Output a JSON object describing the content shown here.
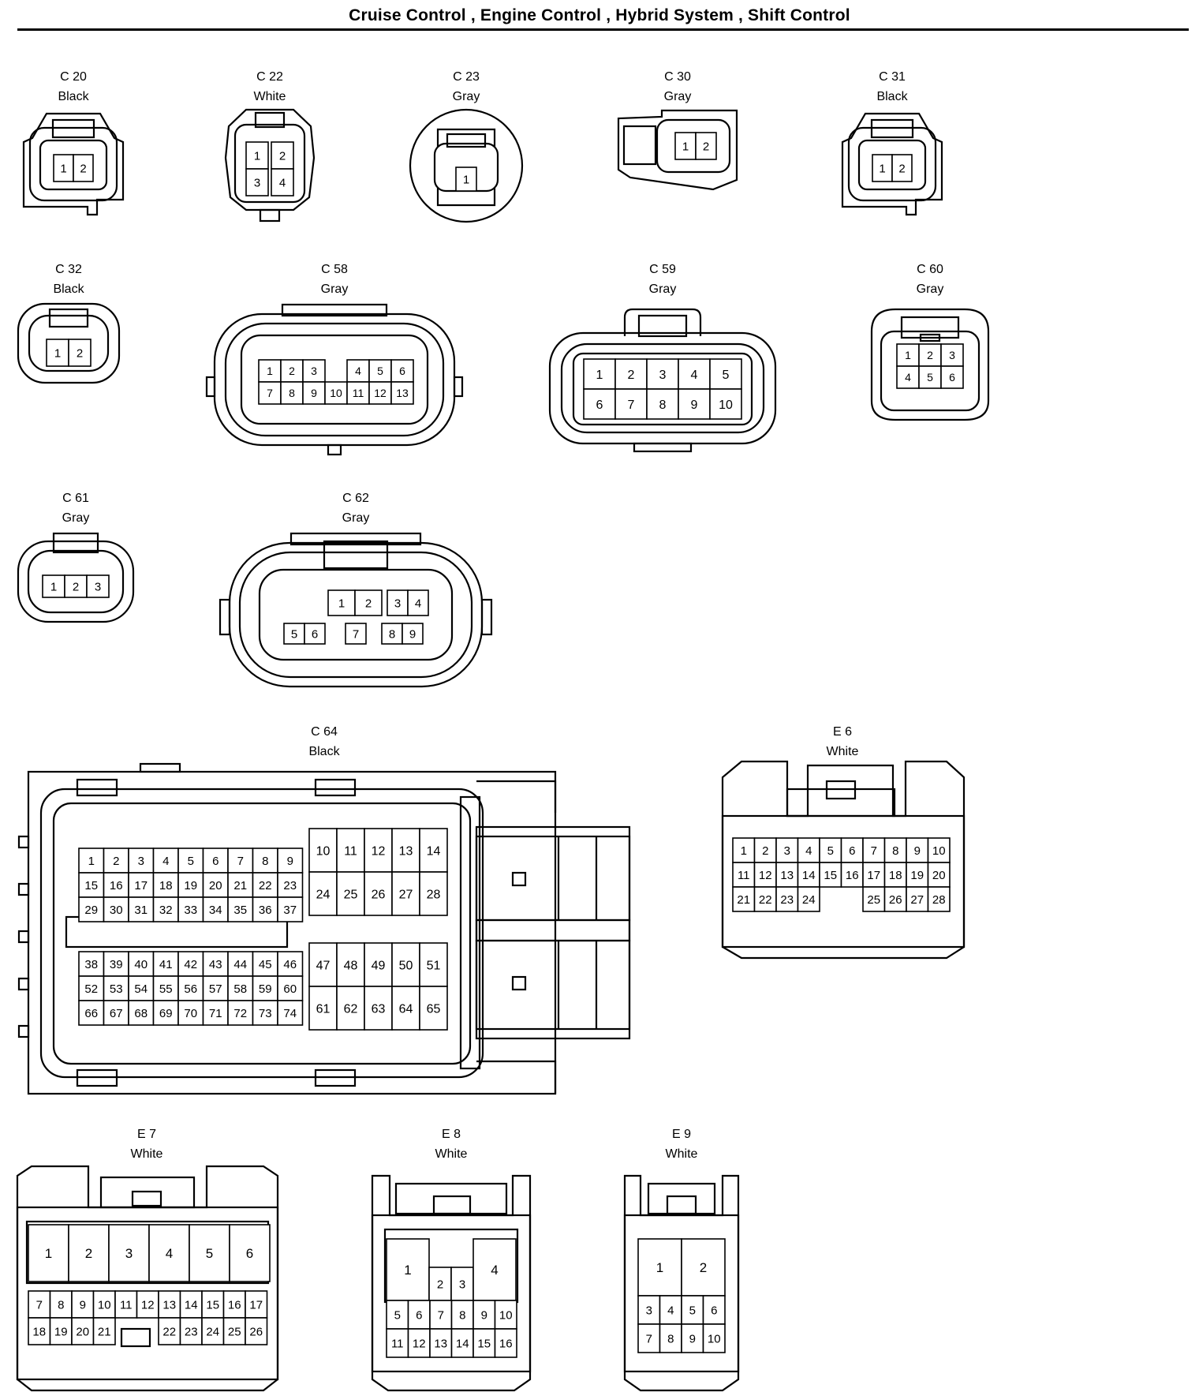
{
  "title": "Cruise Control , Engine Control , Hybrid System , Shift Control",
  "connectors": [
    {
      "id": "C 20",
      "color": "Black",
      "pins": [
        "1",
        "2"
      ]
    },
    {
      "id": "C 22",
      "color": "White",
      "pins": [
        "1",
        "2",
        "3",
        "4"
      ]
    },
    {
      "id": "C 23",
      "color": "Gray",
      "pins": [
        "1"
      ]
    },
    {
      "id": "C 30",
      "color": "Gray",
      "pins": [
        "1",
        "2"
      ]
    },
    {
      "id": "C 31",
      "color": "Black",
      "pins": [
        "1",
        "2"
      ]
    },
    {
      "id": "C 32",
      "color": "Black",
      "pins": [
        "1",
        "2"
      ]
    },
    {
      "id": "C 58",
      "color": "Gray",
      "pins": [
        "1",
        "2",
        "3",
        "4",
        "5",
        "6",
        "7",
        "8",
        "9",
        "10",
        "11",
        "12",
        "13"
      ]
    },
    {
      "id": "C 59",
      "color": "Gray",
      "pins": [
        "1",
        "2",
        "3",
        "4",
        "5",
        "6",
        "7",
        "8",
        "9",
        "10"
      ]
    },
    {
      "id": "C 60",
      "color": "Gray",
      "pins": [
        "1",
        "2",
        "3",
        "4",
        "5",
        "6"
      ]
    },
    {
      "id": "C 61",
      "color": "Gray",
      "pins": [
        "1",
        "2",
        "3"
      ]
    },
    {
      "id": "C 62",
      "color": "Gray",
      "pins": [
        "1",
        "2",
        "3",
        "4",
        "5",
        "6",
        "7",
        "8",
        "9"
      ]
    },
    {
      "id": "C 64",
      "color": "Black",
      "pins": [
        "1",
        "2",
        "3",
        "4",
        "5",
        "6",
        "7",
        "8",
        "9",
        "10",
        "11",
        "12",
        "13",
        "14",
        "15",
        "16",
        "17",
        "18",
        "19",
        "20",
        "21",
        "22",
        "23",
        "24",
        "25",
        "26",
        "27",
        "28",
        "29",
        "30",
        "31",
        "32",
        "33",
        "34",
        "35",
        "36",
        "37",
        "38",
        "39",
        "40",
        "41",
        "42",
        "43",
        "44",
        "45",
        "46",
        "47",
        "48",
        "49",
        "50",
        "51",
        "52",
        "53",
        "54",
        "55",
        "56",
        "57",
        "58",
        "59",
        "60",
        "61",
        "62",
        "63",
        "64",
        "65",
        "66",
        "67",
        "68",
        "69",
        "70",
        "71",
        "72",
        "73",
        "74"
      ]
    },
    {
      "id": "E 6",
      "color": "White",
      "pins": [
        "1",
        "2",
        "3",
        "4",
        "5",
        "6",
        "7",
        "8",
        "9",
        "10",
        "11",
        "12",
        "13",
        "14",
        "15",
        "16",
        "17",
        "18",
        "19",
        "20",
        "21",
        "22",
        "23",
        "24",
        "25",
        "26",
        "27",
        "28"
      ]
    },
    {
      "id": "E 7",
      "color": "White",
      "pins": [
        "1",
        "2",
        "3",
        "4",
        "5",
        "6",
        "7",
        "8",
        "9",
        "10",
        "11",
        "12",
        "13",
        "14",
        "15",
        "16",
        "17",
        "18",
        "19",
        "20",
        "21",
        "22",
        "23",
        "24",
        "25",
        "26"
      ]
    },
    {
      "id": "E 8",
      "color": "White",
      "pins": [
        "1",
        "2",
        "3",
        "4",
        "5",
        "6",
        "7",
        "8",
        "9",
        "10",
        "11",
        "12",
        "13",
        "14",
        "15",
        "16"
      ]
    },
    {
      "id": "E 9",
      "color": "White",
      "pins": [
        "1",
        "2",
        "3",
        "4",
        "5",
        "6",
        "7",
        "8",
        "9",
        "10"
      ]
    }
  ]
}
